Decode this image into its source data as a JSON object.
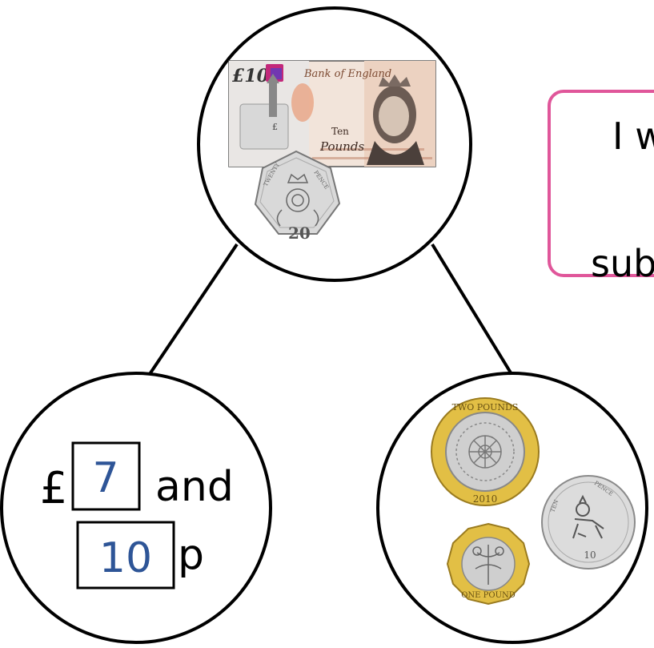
{
  "whole": {
    "note": {
      "label": "£10",
      "bank": "Bank of England",
      "ten": "Ten",
      "pounds": "Pounds",
      "pound_symbol": "£"
    },
    "coin_20p": {
      "number": "20",
      "arc_left": "TWENTY",
      "arc_right": "PENCE"
    }
  },
  "left_part": {
    "pound_symbol": "£",
    "pounds_value": "7",
    "and_text": "and",
    "pence_value": "10",
    "p_text": "p"
  },
  "right_part": {
    "coin_2": {
      "top": "TWO POUNDS",
      "year": "2010"
    },
    "coin_10p": {
      "number": "10",
      "arc_left": "TEN",
      "arc_right": "PENCE"
    },
    "coin_1": {
      "bottom": "ONE POUND"
    }
  },
  "speech_box": {
    "line1": "I w",
    "line2": "sub"
  },
  "colors": {
    "answer_blue": "#2e5597",
    "box_pink": "#e0569a",
    "gold": "#e2bf45",
    "silver": "#cfcfcf"
  }
}
